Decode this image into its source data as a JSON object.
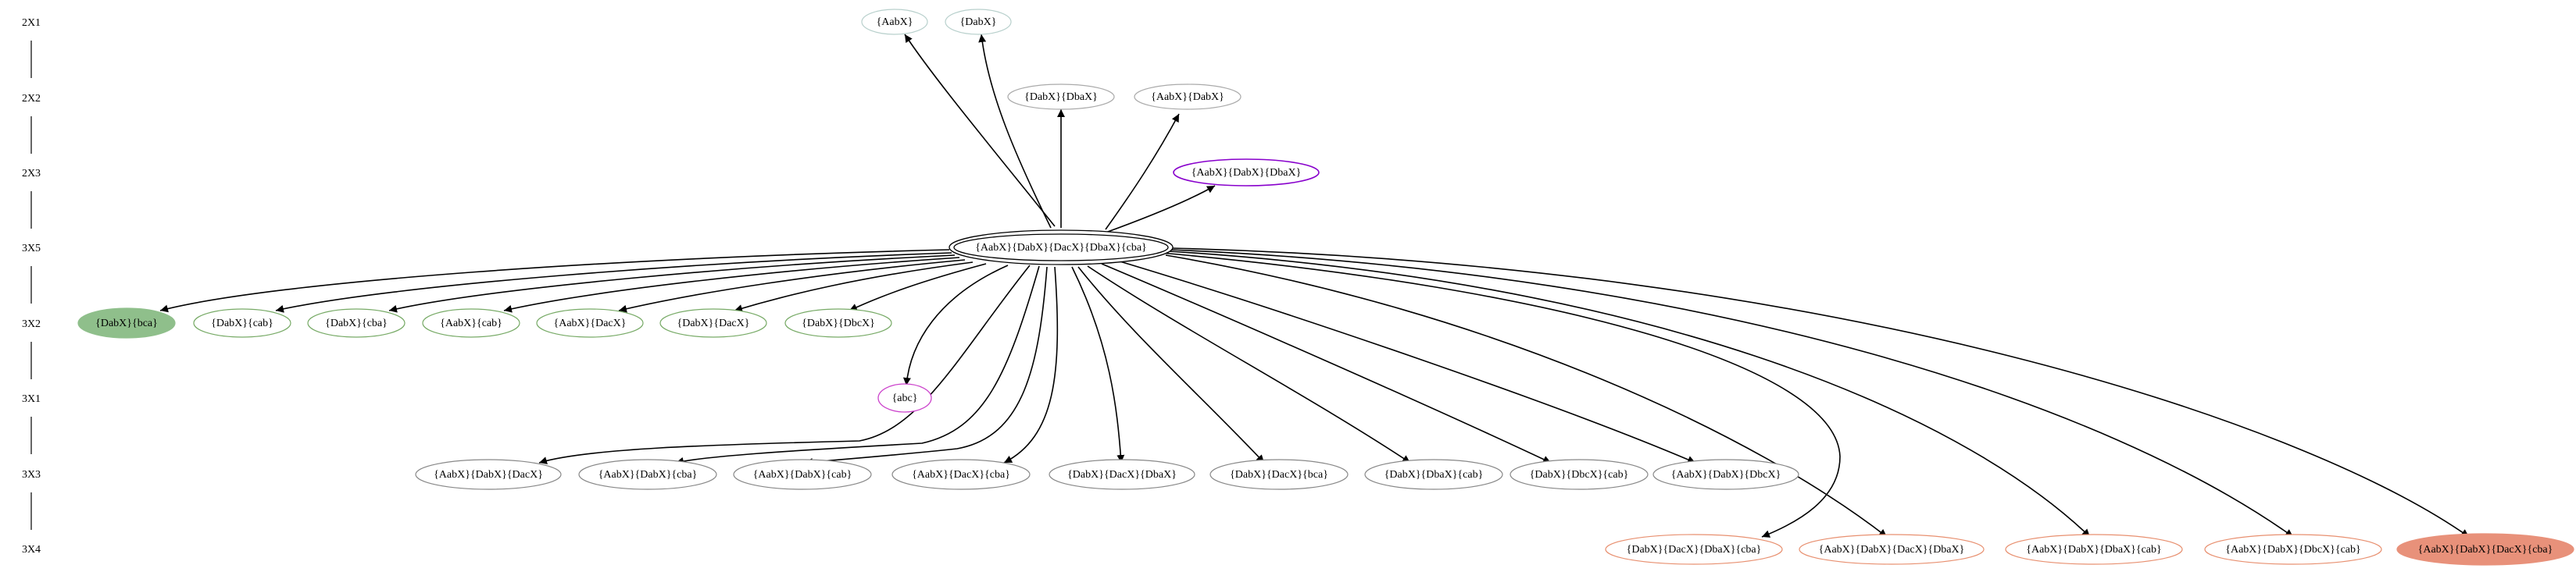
{
  "colors": {
    "edge": "#000000",
    "row1_stroke": "#b8d0cc",
    "row2_stroke": "#aaaaaa",
    "row3_stroke": "#8800cc",
    "center_stroke": "#000000",
    "green_stroke": "#77aa66",
    "green_fill": "#8fbf8b",
    "magenta_stroke": "#cc44cc",
    "gray_stroke": "#888888",
    "salmon_stroke": "#e89070",
    "salmon_fill": "#e8917a"
  },
  "rank_labels": [
    {
      "id": "r1",
      "text": "2X1"
    },
    {
      "id": "r2",
      "text": "2X2"
    },
    {
      "id": "r3",
      "text": "2X3"
    },
    {
      "id": "r4",
      "text": "3X5"
    },
    {
      "id": "r5",
      "text": "3X2"
    },
    {
      "id": "r6",
      "text": "3X1"
    },
    {
      "id": "r7",
      "text": "3X3"
    },
    {
      "id": "r8",
      "text": "3X4"
    }
  ],
  "center": {
    "id": "center",
    "label": "{AabX}{DabX}{DacX}{DbaX}{cba}"
  },
  "nodes": [
    {
      "id": "n_aabx",
      "label": "{AabX}",
      "style": "row1"
    },
    {
      "id": "n_dabx",
      "label": "{DabX}",
      "style": "row1"
    },
    {
      "id": "n_dabx_dbax",
      "label": "{DabX}{DbaX}",
      "style": "row2"
    },
    {
      "id": "n_aabx_dabx",
      "label": "{AabX}{DabX}",
      "style": "row2"
    },
    {
      "id": "n_aabx_dabx_dbax",
      "label": "{AabX}{DabX}{DbaX}",
      "style": "row3"
    },
    {
      "id": "n_dabx_bca",
      "label": "{DabX}{bca}",
      "style": "green_filled"
    },
    {
      "id": "n_dabx_cab",
      "label": "{DabX}{cab}",
      "style": "green"
    },
    {
      "id": "n_dabx_cba",
      "label": "{DabX}{cba}",
      "style": "green"
    },
    {
      "id": "n_aabx_cab",
      "label": "{AabX}{cab}",
      "style": "green"
    },
    {
      "id": "n_aabx_dacx",
      "label": "{AabX}{DacX}",
      "style": "green"
    },
    {
      "id": "n_dabx_dacx",
      "label": "{DabX}{DacX}",
      "style": "green"
    },
    {
      "id": "n_dabx_dbcx",
      "label": "{DabX}{DbcX}",
      "style": "green"
    },
    {
      "id": "n_abc",
      "label": "{abc}",
      "style": "magenta"
    },
    {
      "id": "n_aabx_dabx_dacx",
      "label": "{AabX}{DabX}{DacX}",
      "style": "gray"
    },
    {
      "id": "n_aabx_dabx_cba",
      "label": "{AabX}{DabX}{cba}",
      "style": "gray"
    },
    {
      "id": "n_aabx_dabx_cab",
      "label": "{AabX}{DabX}{cab}",
      "style": "gray"
    },
    {
      "id": "n_aabx_dacx_cba",
      "label": "{AabX}{DacX}{cba}",
      "style": "gray"
    },
    {
      "id": "n_dabx_dacx_dbax",
      "label": "{DabX}{DacX}{DbaX}",
      "style": "gray"
    },
    {
      "id": "n_dabx_dacx_bca",
      "label": "{DabX}{DacX}{bca}",
      "style": "gray"
    },
    {
      "id": "n_dabx_dbax_cab",
      "label": "{DabX}{DbaX}{cab}",
      "style": "gray"
    },
    {
      "id": "n_dabx_dbcx_cab",
      "label": "{DabX}{DbcX}{cab}",
      "style": "gray"
    },
    {
      "id": "n_aabx_dabx_dbcx",
      "label": "{AabX}{DabX}{DbcX}",
      "style": "gray"
    },
    {
      "id": "n_dabx_dacx_dbax_cba",
      "label": "{DabX}{DacX}{DbaX}{cba}",
      "style": "salmon"
    },
    {
      "id": "n_aabx_dabx_dacx_dbax",
      "label": "{AabX}{DabX}{DacX}{DbaX}",
      "style": "salmon"
    },
    {
      "id": "n_aabx_dabx_dbax_cab",
      "label": "{AabX}{DabX}{DbaX}{cab}",
      "style": "salmon"
    },
    {
      "id": "n_aabx_dabx_dbcx_cab",
      "label": "{AabX}{DabX}{DbcX}{cab}",
      "style": "salmon"
    },
    {
      "id": "n_aabx_dabx_dacx_cba",
      "label": "{AabX}{DabX}{DacX}{cba}",
      "style": "salmon_filled"
    }
  ]
}
